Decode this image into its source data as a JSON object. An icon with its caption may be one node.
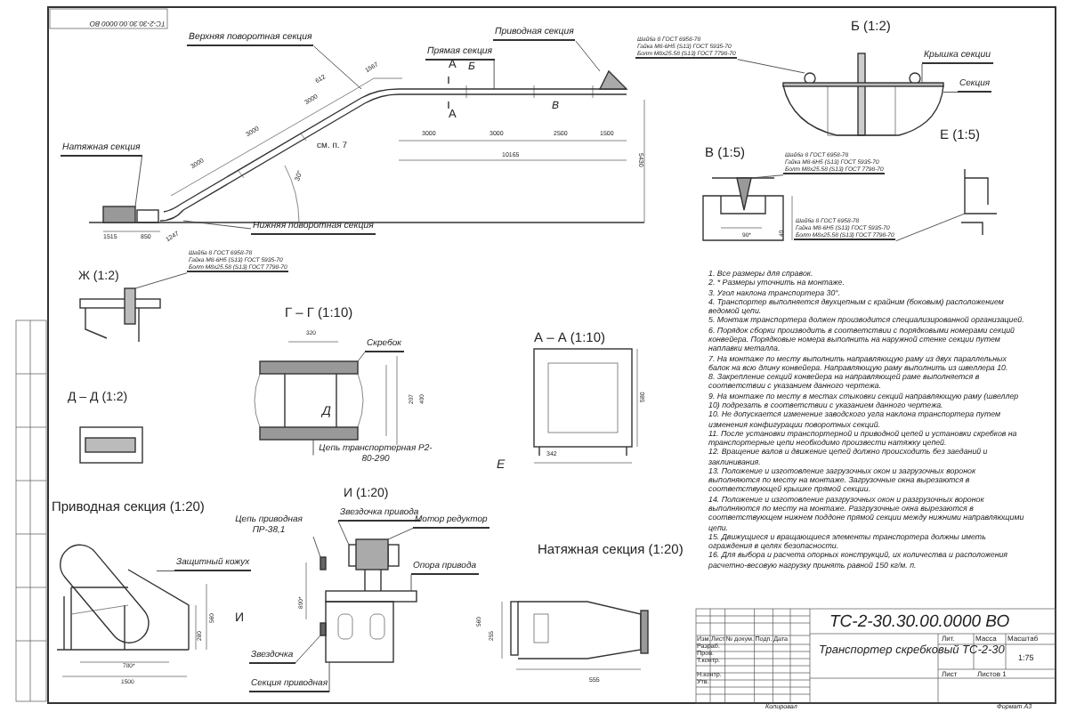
{
  "diagram": {
    "nodes": [
      {
        "text": [
          "Натяжная секция"
        ]
      },
      {
        "text": [
          "Верхняя поворотная секция"
        ]
      },
      {
        "text": [
          "Прямая секция"
        ]
      },
      {
        "text": [
          "Приводная секция"
        ]
      },
      {
        "text": [
          "Нижняя поворотная секция"
        ]
      },
      {
        "text": [
          "Шайба 8 ГОСТ 6958-78",
          "Гайка М8-6Н5 (S13) ГОСТ 5935-70",
          "Болт М8х25.58 (S13) ГОСТ 7798-70"
        ]
      },
      {
        "text": [
          "Шайба 8 ГОСТ 6958-78",
          "Гайка М8-6Н5 (S13) ГОСТ 5935-70",
          "Болт М8х25.58 (S13) ГОСТ 7798-70"
        ]
      },
      {
        "text": [
          "Крышка секции"
        ]
      },
      {
        "text": [
          "Секция"
        ]
      },
      {
        "text": [
          "Шайба 8 ГОСТ 6958-78",
          "Гайка М8-6Н5 (S13) ГОСТ 5935-70",
          "Болт М8х25.58 (S13) ГОСТ 7798-70"
        ]
      },
      {
        "text": [
          "Шайба 8 ГОСТ 6958-78",
          "Гайка М8-6Н5 (S13) ГОСТ 5935-70",
          "Болт М8х25.58 (S13) ГОСТ 7798-70"
        ]
      },
      {
        "text": [
          "Скребок"
        ]
      },
      {
        "text": [
          "Цепь транспортерная Р2-80-290"
        ]
      },
      {
        "text": [
          "Защитный кожух"
        ]
      },
      {
        "text": [
          "Цепь приводная ПР-38,1"
        ]
      },
      {
        "text": [
          "Звездочка привода"
        ]
      },
      {
        "text": [
          "Мотор редуктор"
        ]
      },
      {
        "text": [
          "Опора привода"
        ]
      },
      {
        "text": [
          "Звездочка"
        ]
      },
      {
        "text": [
          "Секция приводная"
        ]
      },
      {
        "text": [],
        "shape": "box"
      },
      {
        "text": [],
        "shape": "line"
      },
      {
        "text": [],
        "shape": "line"
      },
      {
        "text": [],
        "shape": "triangle"
      },
      {
        "text": [],
        "shape": "line"
      },
      {
        "text": [],
        "shape": "box"
      },
      {
        "text": [],
        "shape": "circle"
      },
      {
        "text": [],
        "shape": "bar"
      },
      {
        "text": [],
        "shape": "line"
      },
      {
        "text": [],
        "shape": "triangle"
      },
      {
        "text": [],
        "shape": "line"
      },
      {
        "text": [],
        "shape": "bar"
      },
      {
        "text": [],
        "shape": "bar"
      },
      {
        "text": [],
        "shape": "box"
      },
      {
        "text": [],
        "shape": "box"
      },
      {
        "text": [],
        "shape": "box"
      },
      {
        "text": [],
        "shape": "box"
      },
      {
        "text": [],
        "shape": "box"
      },
      {
        "text": [],
        "shape": "box"
      },
      {
        "text": [],
        "shape": "box"
      }
    ],
    "edges": [
      {
        "from": 0,
        "to": 20,
        "arrow": "none"
      },
      {
        "from": 1,
        "to": 21,
        "arrow": "none"
      },
      {
        "from": 2,
        "to": 22,
        "arrow": "none"
      },
      {
        "from": 3,
        "to": 23,
        "arrow": "none"
      },
      {
        "from": 4,
        "to": 24,
        "arrow": "none"
      },
      {
        "from": 5,
        "to": 25,
        "arrow": "none"
      },
      {
        "from": 6,
        "to": 26,
        "arrow": "none"
      },
      {
        "from": 7,
        "to": 27,
        "arrow": "none"
      },
      {
        "from": 8,
        "to": 28,
        "arrow": "none"
      },
      {
        "from": 9,
        "to": 29,
        "arrow": "none"
      },
      {
        "from": 10,
        "to": 30,
        "arrow": "none"
      },
      {
        "from": 11,
        "to": 31,
        "arrow": "none"
      },
      {
        "from": 12,
        "to": 32,
        "arrow": "none"
      },
      {
        "from": 13,
        "to": 33,
        "arrow": "none"
      },
      {
        "from": 14,
        "to": 34,
        "arrow": "none"
      },
      {
        "from": 15,
        "to": 35,
        "arrow": "none"
      },
      {
        "from": 16,
        "to": 36,
        "arrow": "none"
      },
      {
        "from": 17,
        "to": 37,
        "arrow": "none"
      },
      {
        "from": 18,
        "to": 38,
        "arrow": "none"
      },
      {
        "from": 19,
        "to": 39,
        "arrow": "none"
      }
    ],
    "labels": [
      "ТС-2-30.30.00.0000 ВО",
      "А",
      "Б",
      "В",
      "А",
      "612",
      "1567",
      "3000",
      "3000",
      "3000",
      "см. п. 7",
      "30°",
      "3000",
      "3000",
      "2500",
      "1500",
      "10165",
      "5430",
      "1515",
      "850",
      "1247",
      "Ж (1:2)",
      "Г – Г (1:10)",
      "А – А (1:10)",
      "Д – Д (1:2)",
      "Б (1:2)",
      "В (1:5)",
      "Е (1:5)",
      "Приводная секция (1:20)",
      "И (1:20)",
      "Натяжная секция (1:20)",
      "Д",
      "Е",
      "И",
      "320",
      "207",
      "400",
      "342",
      "580",
      "800*",
      "560",
      "280",
      "780*",
      "1500",
      "560",
      "255",
      "555",
      "90*",
      "40",
      "1. Все размеры для справок.",
      "2. * Размеры уточнить на монтаже.",
      "3. Угол наклона транспортера 30°.",
      "4. Транспортер выполняется двухцепным с крайним (боковым) расположением ведомой цепи.",
      "5. Монтаж транспортера должен производится специализированной организацией.",
      "6. Порядок сборки производить в соответствии с порядковыми номерами секций конвейера. Порядковые номера выполнить на наружной стенке секции путем наплавки металла.",
      "7. На монтаже по месту выполнить направляющую раму из двух параллельных балок на всю длину конвейера. Направляющую раму выполнить из швеллера 10.",
      "8. Закрепление секций конвейера на направляющей раме выполняется в соответствии с указанием данного чертежа.",
      "9. На монтаже по месту в местах стыковки секций направляющую раму (швеллер 10) подрезать в соответствии с указанием данного чертежа.",
      "10. Не допускается изменение заводского угла наклона транспортера путем изменения конфигурации поворотных секций.",
      "11. После установки транспортерной и приводной цепей и установки скребков на транспортерные цепи необходимо произвести натяжку цепей.",
      "12. Вращение валов и движение цепей должно происходить без заеданий и заклинивания.",
      "13. Положение и изготовление загрузочных окон и загрузочных воронок выполняются по месту на монтаже. Загрузочные окна вырезаются в соответствующей крышке прямой секции.",
      "14. Положение и изготовление разгрузочных окон и разгрузочных воронок выполняются по месту на монтаже. Разгрузочные окна вырезаются в соответствующем нижнем поддоне прямой секции между нижними направляющими цепи.",
      "15. Движущиеся и вращающиеся элементы транспортера должны иметь ограждения в целях безопасности.",
      "16. Для выбора и расчета опорных конструкций, их количества и расположения расчетно-весовую нагрузку принять равной 150 кг/м. п.",
      "ТС-2-30.30.00.0000 ВО",
      "Транспортер скребковый ТС-2-30",
      "Лит.",
      "Масса",
      "Масштаб",
      "1:75",
      "Лист",
      "Листов 1",
      "Изм.",
      "Лист",
      "№ докум.",
      "Подп.",
      "Дата",
      "Разраб.",
      "Пров.",
      "Т.контр.",
      "Н.контр.",
      "Утв.",
      "Копировал",
      "Формат А3"
    ]
  }
}
